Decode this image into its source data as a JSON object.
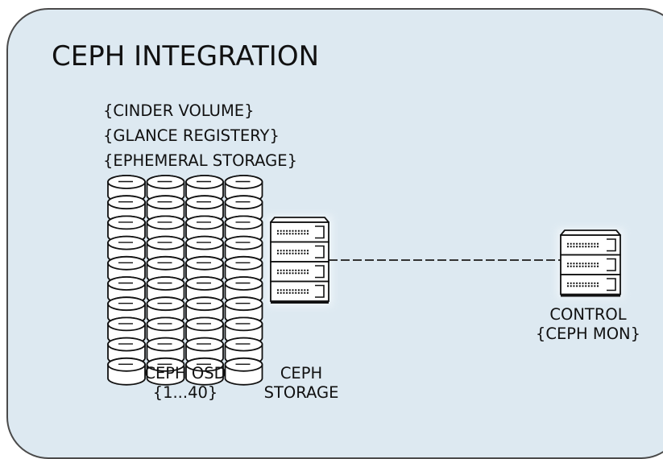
{
  "title": "CEPH INTEGRATION",
  "uses": [
    "{CINDER VOLUME}",
    "{GLANCE REGISTERY}",
    "{EPHEMERAL STORAGE}"
  ],
  "nodes": {
    "osd": {
      "line1": "CEPH OSD",
      "line2": "{1...40}",
      "icon": "disk-stack-icon",
      "disk_count": 40
    },
    "storage": {
      "line1": "CEPH",
      "line2": "STORAGE",
      "icon": "server-icon"
    },
    "control": {
      "line1": "CONTROL",
      "line2": "{CEPH MON}",
      "icon": "server-icon"
    }
  },
  "links": [
    {
      "from": "storage",
      "to": "control",
      "style": "dashed"
    }
  ],
  "colors": {
    "panel_fill": "#dde9f1",
    "panel_border": "#4a4a4a",
    "ink": "#111111",
    "disk_fill": "#ffffff"
  }
}
